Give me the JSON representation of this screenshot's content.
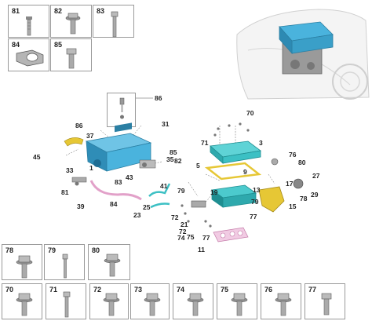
{
  "colors": {
    "part_blue": "#4ab3dd",
    "part_teal": "#3cc0c4",
    "part_yellow": "#e6c735",
    "part_pink": "#e2a1c9",
    "line": "#555555",
    "frame": "#9a9a9a"
  },
  "top_tiles": [
    {
      "id": "81",
      "label": "81"
    },
    {
      "id": "82",
      "label": "82"
    },
    {
      "id": "83",
      "label": "83"
    },
    {
      "id": "84",
      "label": "84"
    },
    {
      "id": "85",
      "label": "85"
    }
  ],
  "detail_tile": {
    "label": "86"
  },
  "bottom_tiles_row1": [
    {
      "id": "78",
      "label": "78"
    },
    {
      "id": "79",
      "label": "79"
    },
    {
      "id": "80",
      "label": "80"
    }
  ],
  "bottom_tiles_row2": [
    {
      "id": "70",
      "label": "70"
    },
    {
      "id": "71",
      "label": "71"
    },
    {
      "id": "72",
      "label": "72"
    },
    {
      "id": "73",
      "label": "73"
    },
    {
      "id": "74",
      "label": "74"
    },
    {
      "id": "75",
      "label": "75"
    },
    {
      "id": "76",
      "label": "76"
    },
    {
      "id": "77",
      "label": "77"
    }
  ],
  "callouts": {
    "c86b": "86",
    "c31": "31",
    "c37": "37",
    "c45": "45",
    "c85": "85",
    "c35": "35",
    "c82": "82",
    "c1": "1",
    "c33": "33",
    "c83": "83",
    "c43": "43",
    "c41": "41",
    "c81": "81",
    "c39": "39",
    "c84": "84",
    "c25": "25",
    "c23": "23",
    "c70": "70",
    "c71": "71",
    "c3": "3",
    "c5": "5",
    "c9": "9",
    "c19": "19",
    "c13": "13",
    "c79a": "79",
    "c79b": "79",
    "c76": "76",
    "c80": "80",
    "c27": "27",
    "c17": "17",
    "c78": "78",
    "c29": "29",
    "c15": "15",
    "c72a": "72",
    "c21": "21",
    "c72b": "72",
    "c74": "74",
    "c75": "75",
    "c77a": "77",
    "c77b": "77",
    "c11": "11"
  }
}
